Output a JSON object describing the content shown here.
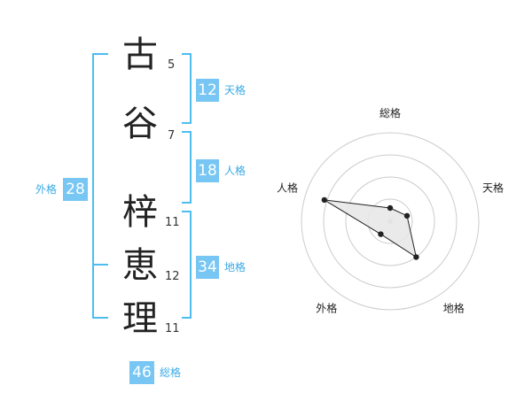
{
  "name": {
    "surname": [
      {
        "char": "古",
        "strokes": "5"
      },
      {
        "char": "谷",
        "strokes": "7"
      }
    ],
    "given": [
      {
        "char": "梓",
        "strokes": "11"
      },
      {
        "char": "恵",
        "strokes": "12"
      },
      {
        "char": "理",
        "strokes": "11"
      }
    ]
  },
  "scores": {
    "tenkaku": {
      "value": "12",
      "label": "天格"
    },
    "jinkaku": {
      "value": "18",
      "label": "人格"
    },
    "chikaku": {
      "value": "34",
      "label": "地格"
    },
    "gaikaku": {
      "value": "28",
      "label": "外格"
    },
    "soukaku": {
      "value": "46",
      "label": "総格"
    }
  },
  "radar": {
    "axes": [
      "総格",
      "天格",
      "地格",
      "外格",
      "人格"
    ],
    "values": [
      0.15,
      0.2,
      0.5,
      0.18,
      0.78
    ],
    "rings": 4,
    "colors": {
      "ring": "#cccccc",
      "fill": "#e6e6e6",
      "line": "#222222",
      "center": "#cfcfcf"
    }
  },
  "colors": {
    "bracket": "#4dbdf0",
    "badge": "#77c6f3",
    "badge_label": "#3aaae6"
  }
}
